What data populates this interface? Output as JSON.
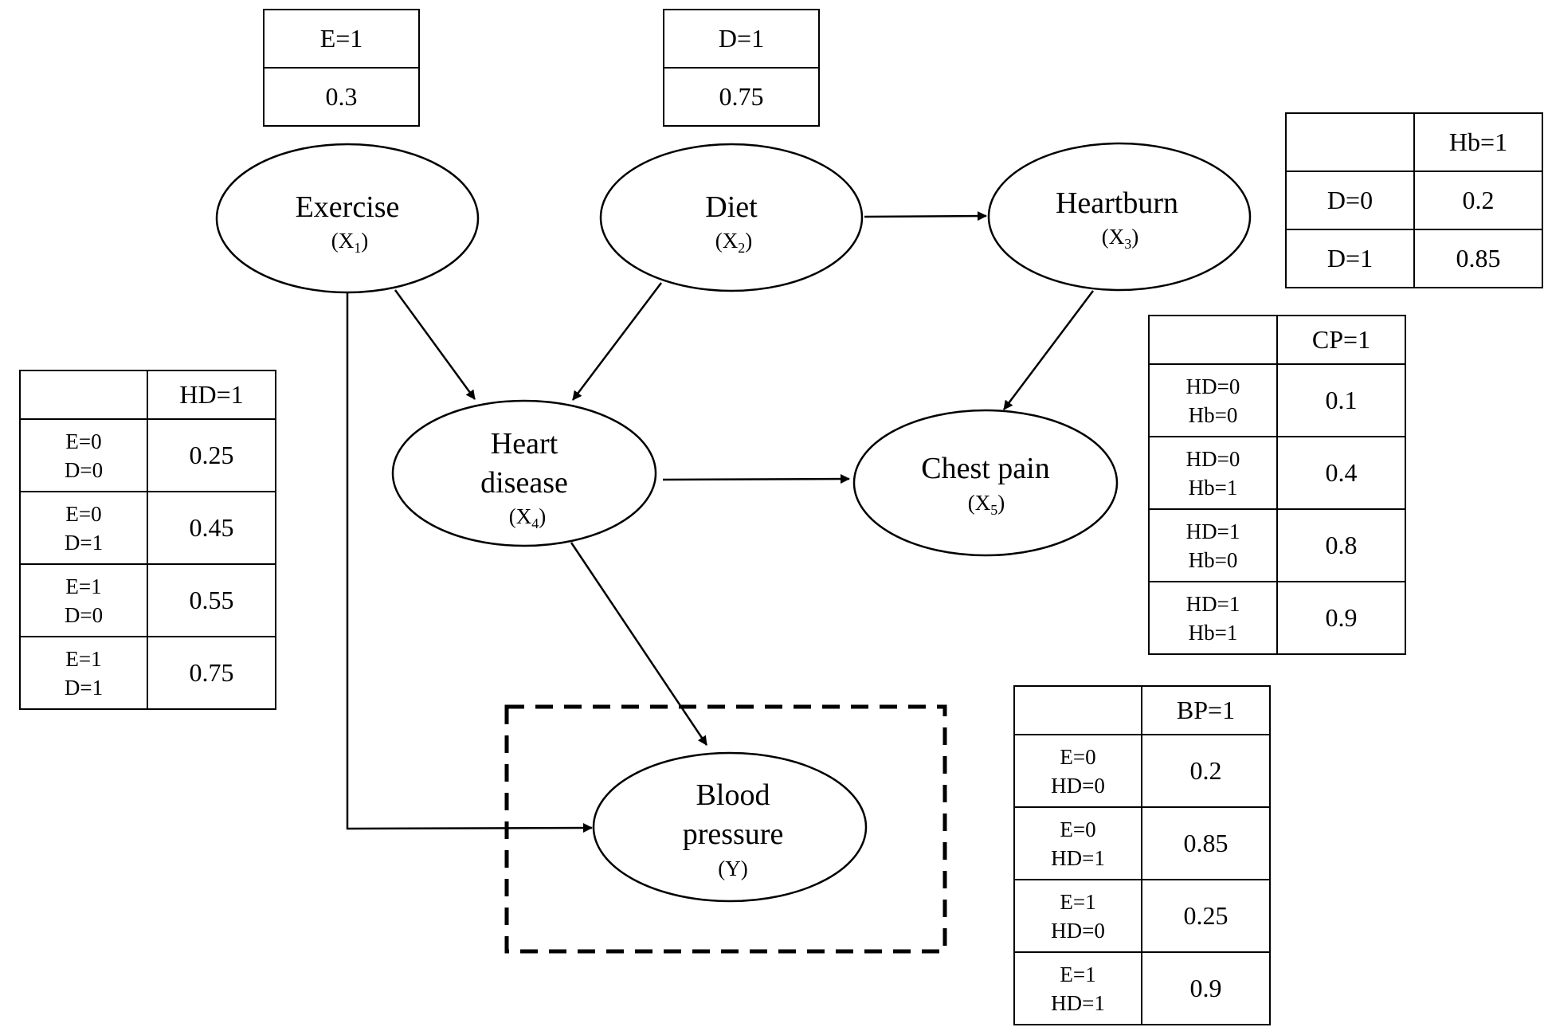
{
  "nodes": {
    "exercise": {
      "name": "Exercise",
      "var": "X",
      "sub": "1"
    },
    "diet": {
      "name": "Diet",
      "var": "X",
      "sub": "2"
    },
    "heartburn": {
      "name": "Heartburn",
      "var": "X",
      "sub": "3"
    },
    "heart_disease": {
      "name_line1": "Heart",
      "name_line2": "disease",
      "var": "X",
      "sub": "4"
    },
    "chest_pain": {
      "name": "Chest pain",
      "var": "X",
      "sub": "5"
    },
    "blood_pressure": {
      "name_line1": "Blood",
      "name_line2": "pressure",
      "var": "(Y)"
    }
  },
  "edges": [
    {
      "from": "Diet",
      "to": "Heartburn"
    },
    {
      "from": "Exercise",
      "to": "Heart disease"
    },
    {
      "from": "Diet",
      "to": "Heart disease"
    },
    {
      "from": "Heartburn",
      "to": "Chest pain"
    },
    {
      "from": "Heart disease",
      "to": "Chest pain"
    },
    {
      "from": "Heart disease",
      "to": "Blood pressure"
    },
    {
      "from": "Exercise",
      "to": "Blood pressure"
    }
  ],
  "cpt_exercise": {
    "header": "E=1",
    "value": "0.3"
  },
  "cpt_diet": {
    "header": "D=1",
    "value": "0.75"
  },
  "cpt_heartburn": {
    "header": "Hb=1",
    "rows": [
      {
        "cond": [
          "D=0"
        ],
        "value": "0.2"
      },
      {
        "cond": [
          "D=1"
        ],
        "value": "0.85"
      }
    ]
  },
  "cpt_chest_pain": {
    "header": "CP=1",
    "rows": [
      {
        "cond": [
          "HD=0",
          "Hb=0"
        ],
        "value": "0.1"
      },
      {
        "cond": [
          "HD=0",
          "Hb=1"
        ],
        "value": "0.4"
      },
      {
        "cond": [
          "HD=1",
          "Hb=0"
        ],
        "value": "0.8"
      },
      {
        "cond": [
          "HD=1",
          "Hb=1"
        ],
        "value": "0.9"
      }
    ]
  },
  "cpt_heart_disease": {
    "header": "HD=1",
    "rows": [
      {
        "cond": [
          "E=0",
          "D=0"
        ],
        "value": "0.25"
      },
      {
        "cond": [
          "E=0",
          "D=1"
        ],
        "value": "0.45"
      },
      {
        "cond": [
          "E=1",
          "D=0"
        ],
        "value": "0.55"
      },
      {
        "cond": [
          "E=1",
          "D=1"
        ],
        "value": "0.75"
      }
    ]
  },
  "cpt_blood_pressure": {
    "header": "BP=1",
    "rows": [
      {
        "cond": [
          "E=0",
          "HD=0"
        ],
        "value": "0.2"
      },
      {
        "cond": [
          "E=0",
          "HD=1"
        ],
        "value": "0.85"
      },
      {
        "cond": [
          "E=1",
          "HD=0"
        ],
        "value": "0.25"
      },
      {
        "cond": [
          "E=1",
          "HD=1"
        ],
        "value": "0.9"
      }
    ]
  }
}
